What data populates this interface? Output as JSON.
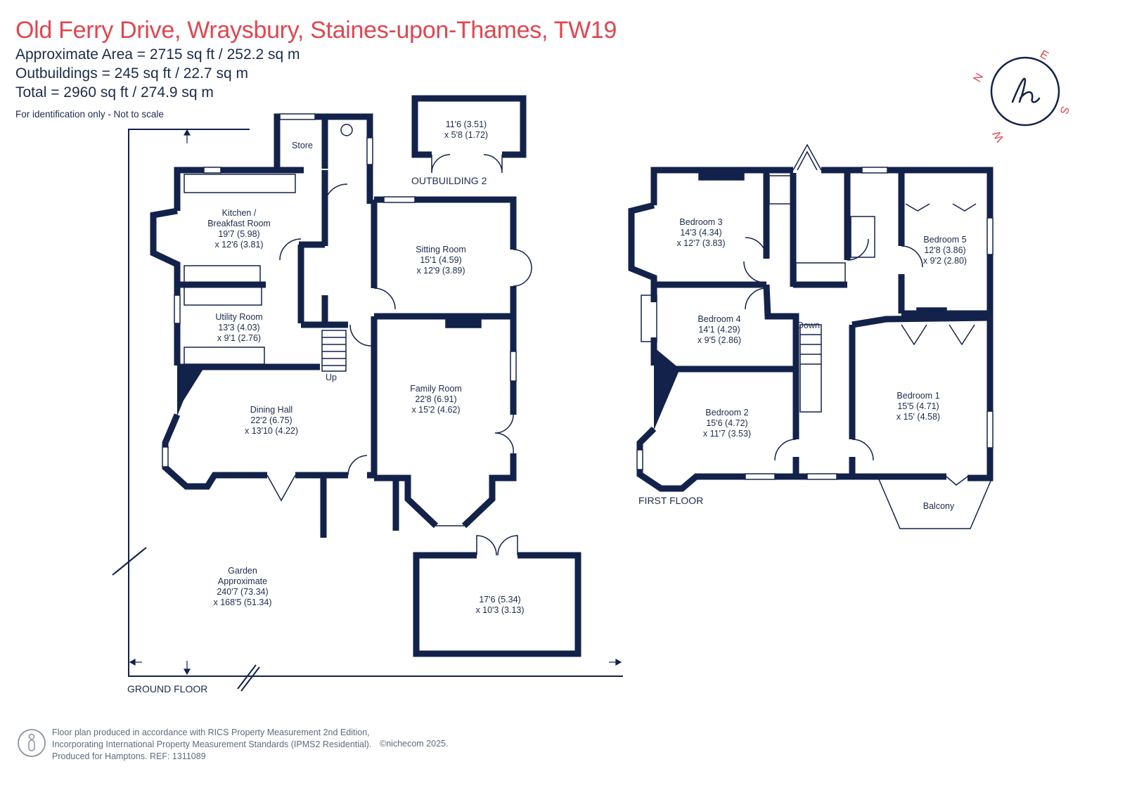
{
  "header": {
    "title": "Old Ferry Drive, Wraysbury, Staines-upon-Thames, TW19",
    "approx_area": "Approximate Area = 2715 sq ft / 252.2 sq m",
    "outbuildings": "Outbuildings = 245 sq ft / 22.7 sq m",
    "total": "Total = 2960 sq ft / 274.9 sq m",
    "note": "For identification only - Not to scale"
  },
  "compass": {
    "directions": [
      "N",
      "E",
      "S",
      "W"
    ],
    "monogram": "h",
    "icon": "compass-logo-icon"
  },
  "ground_floor": {
    "label": "GROUND FLOOR",
    "rooms": {
      "kitchen": [
        "Kitchen /",
        "Breakfast Room",
        "19'7 (5.98)",
        "x 12'6 (3.81)"
      ],
      "store": [
        "Store"
      ],
      "sitting": [
        "Sitting Room",
        "15'1 (4.59)",
        "x 12'9 (3.89)"
      ],
      "utility": [
        "Utility Room",
        "13'3 (4.03)",
        "x 9'1 (2.76)"
      ],
      "family": [
        "Family Room",
        "22'8 (6.91)",
        "x 15'2 (4.62)"
      ],
      "dining": [
        "Dining Hall",
        "22'2 (6.75)",
        "x 13'10 (4.22)"
      ],
      "garden": [
        "Garden",
        "Approximate",
        "240'7 (73.34)",
        "x 168'5 (51.34)"
      ],
      "outbuilding1": [
        "17'6 (5.34)",
        "x 10'3 (3.13)"
      ],
      "outbuilding2": [
        "11'6 (3.51)",
        "x 5'8 (1.72)"
      ]
    },
    "outbuilding2_label": "OUTBUILDING 2",
    "stairs_label": "Up"
  },
  "first_floor": {
    "label": "FIRST FLOOR",
    "rooms": {
      "bedroom3": [
        "Bedroom 3",
        "14'3 (4.34)",
        "x 12'7 (3.83)"
      ],
      "bedroom5": [
        "Bedroom 5",
        "12'8 (3.86)",
        "x 9'2 (2.80)"
      ],
      "bedroom4": [
        "Bedroom 4",
        "14'1 (4.29)",
        "x 9'5 (2.86)"
      ],
      "bedroom2": [
        "Bedroom 2",
        "15'6 (4.72)",
        "x 11'7 (3.53)"
      ],
      "bedroom1": [
        "Bedroom 1",
        "15'5 (4.71)",
        "x 15' (4.58)"
      ],
      "balcony": [
        "Balcony"
      ]
    },
    "stairs_label": "Down"
  },
  "footer": {
    "lines": [
      "Floor plan produced in accordance with RICS Property Measurement 2nd Edition,",
      "Incorporating International Property Measurement Standards (IPMS2 Residential).",
      "Produced for Hamptons.  REF:  1311089"
    ],
    "copyright": "©nichecom 2025."
  },
  "colors": {
    "title": "#e0464f",
    "wall": "#13224a",
    "text": "#1c2b4a",
    "footer_text": "#5f6b7d"
  }
}
